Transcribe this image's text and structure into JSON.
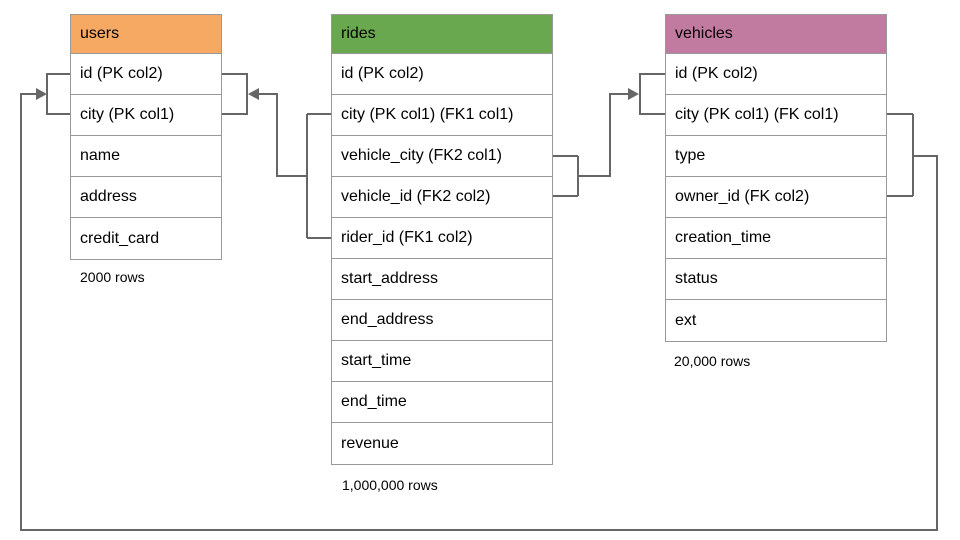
{
  "diagram": {
    "tables": [
      {
        "name": "users",
        "header_color": "#f5a962",
        "columns": [
          "id (PK col2)",
          "city (PK col1)",
          "name",
          "address",
          "credit_card"
        ],
        "row_count": "2000 rows"
      },
      {
        "name": "rides",
        "header_color": "#6aa84f",
        "columns": [
          "id (PK col2)",
          "city (PK col1) (FK1 col1)",
          "vehicle_city (FK2 col1)",
          "vehicle_id (FK2 col2)",
          "rider_id (FK1 col2)",
          "start_address",
          "end_address",
          "start_time",
          "end_time",
          "revenue"
        ],
        "row_count": "1,000,000 rows"
      },
      {
        "name": "vehicles",
        "header_color": "#c27ba0",
        "columns": [
          "id (PK col2)",
          "city (PK col1) (FK col1)",
          "type",
          "owner_id (FK col2)",
          "creation_time",
          "status",
          "ext"
        ],
        "row_count": "20,000 rows"
      }
    ],
    "relationships": [
      {
        "name": "rides-fk1-users",
        "from_table": "rides",
        "from_columns": [
          "city (FK1 col1)",
          "rider_id (FK1 col2)"
        ],
        "to_table": "users",
        "to_columns": [
          "city (PK col1)",
          "id (PK col2)"
        ]
      },
      {
        "name": "rides-fk2-vehicles",
        "from_table": "rides",
        "from_columns": [
          "vehicle_city (FK2 col1)",
          "vehicle_id (FK2 col2)"
        ],
        "to_table": "vehicles",
        "to_columns": [
          "city (PK col1)",
          "id (PK col2)"
        ]
      },
      {
        "name": "vehicles-fk-users",
        "from_table": "vehicles",
        "from_columns": [
          "city (FK col1)",
          "owner_id (FK col2)"
        ],
        "to_table": "users",
        "to_columns": [
          "city (PK col1)",
          "id (PK col2)"
        ]
      }
    ],
    "colors": {
      "users_header": "#f5a962",
      "rides_header": "#6aa84f",
      "vehicles_header": "#c27ba0",
      "table_border": "#999999",
      "connector_line": "#666666",
      "text": "#000000",
      "background": "#ffffff"
    }
  }
}
